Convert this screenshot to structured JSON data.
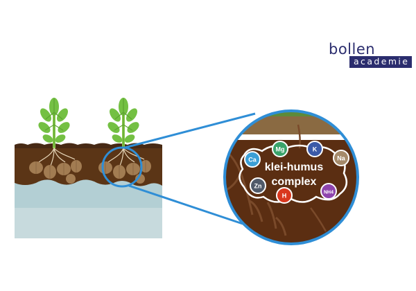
{
  "logo": {
    "line1": "bollen",
    "line2": "academie"
  },
  "complex_label": {
    "line1": "klei-humus",
    "line2": "complex"
  },
  "ions": [
    {
      "symbol": "Ca",
      "color": "#3b9fd6"
    },
    {
      "symbol": "Mg",
      "color": "#3aa36a"
    },
    {
      "symbol": "K",
      "color": "#3b5aa8"
    },
    {
      "symbol": "Na",
      "color": "#a58a6a"
    },
    {
      "symbol": "Zn",
      "color": "#505a6a"
    },
    {
      "symbol": "H",
      "color": "#d9381e"
    },
    {
      "symbol": "NH4",
      "color": "#8e44ad"
    }
  ],
  "colors": {
    "soil": "#5b3516",
    "soil_dark": "#472914",
    "subsoil": "#b3cfd4",
    "leaf": "#74c043",
    "bulb": "#a27c52",
    "ring": "#2f8ed6",
    "grass": "#5d8a39",
    "topsoil_band": "#8a6a42"
  }
}
